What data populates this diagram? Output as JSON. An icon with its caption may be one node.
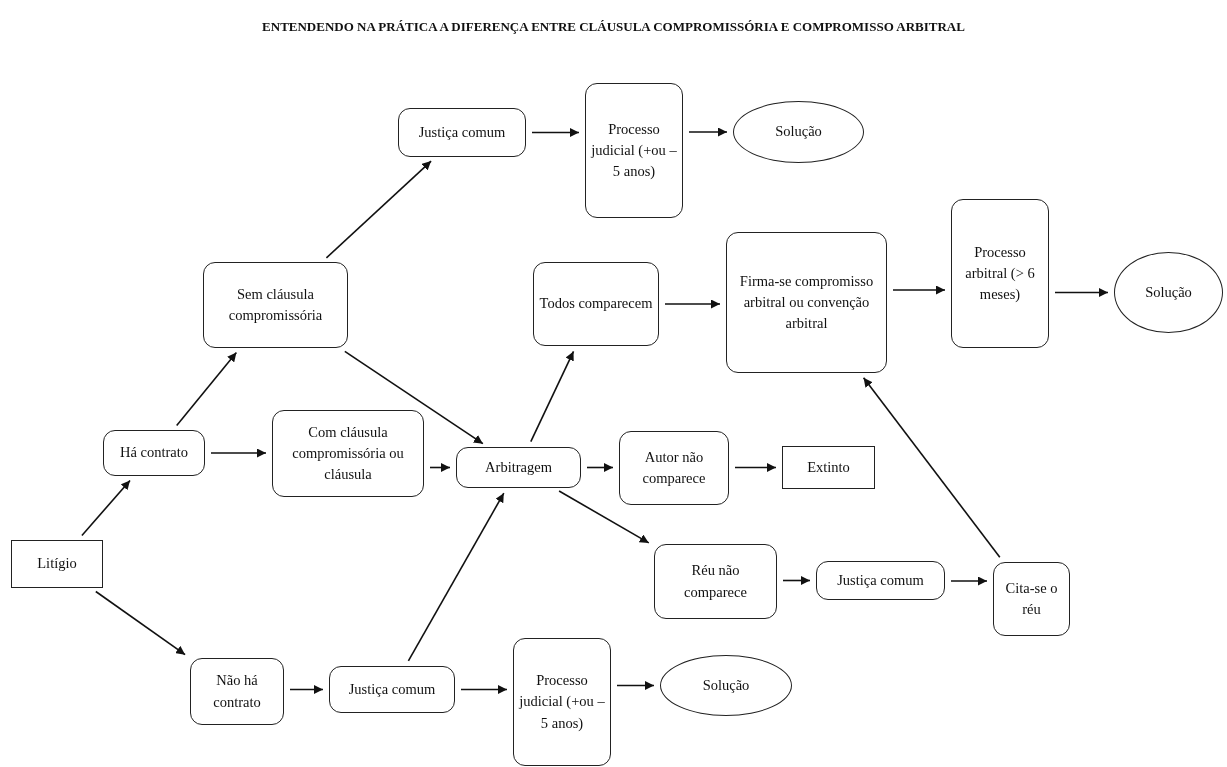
{
  "diagram": {
    "title": "ENTENDENDO NA PRÁTICA A DIFERENÇA ENTRE CLÁUSULA COMPROMISSÓRIA E COMPROMISSO ARBITRAL",
    "nodes": [
      {
        "text": [
          "Litígio"
        ]
      },
      {
        "text": [
          "Há contrato"
        ]
      },
      {
        "text": [
          "Sem cláusula compromissória"
        ]
      },
      {
        "text": [
          "Justiça comum"
        ]
      },
      {
        "text": [
          "Processo judicial (+ou – 5 anos)"
        ]
      },
      {
        "text": [
          "Solução"
        ]
      },
      {
        "text": [
          "Com cláusula compromissória ou cláusula"
        ]
      },
      {
        "text": [
          "Arbitragem"
        ]
      },
      {
        "text": [
          "Todos comparecem"
        ]
      },
      {
        "text": [
          "Firma-se compromisso arbitral ou convenção arbitral"
        ]
      },
      {
        "text": [
          "Processo arbitral (> 6 meses)"
        ]
      },
      {
        "text": [
          "Solução"
        ]
      },
      {
        "text": [
          "Autor não comparece"
        ]
      },
      {
        "text": [
          "Extinto"
        ]
      },
      {
        "text": [
          "Réu não comparece"
        ]
      },
      {
        "text": [
          "Justiça comum"
        ]
      },
      {
        "text": [
          "Cita-se o réu"
        ]
      },
      {
        "text": [
          "Não há contrato"
        ]
      },
      {
        "text": [
          "Justiça comum"
        ]
      },
      {
        "text": [
          "Processo judicial (+ou – 5 anos)"
        ]
      },
      {
        "text": [
          "Solução"
        ]
      }
    ],
    "edges": [
      {
        "from": 0,
        "to": 1,
        "arrow": "to"
      },
      {
        "from": 0,
        "to": 17,
        "arrow": "to"
      },
      {
        "from": 1,
        "to": 2,
        "arrow": "to"
      },
      {
        "from": 1,
        "to": 6,
        "arrow": "to"
      },
      {
        "from": 2,
        "to": 3,
        "arrow": "to"
      },
      {
        "from": 2,
        "to": 7,
        "arrow": "to"
      },
      {
        "from": 3,
        "to": 4,
        "arrow": "to"
      },
      {
        "from": 4,
        "to": 5,
        "arrow": "to"
      },
      {
        "from": 6,
        "to": 7,
        "arrow": "to"
      },
      {
        "from": 7,
        "to": 8,
        "arrow": "to"
      },
      {
        "from": 7,
        "to": 12,
        "arrow": "to"
      },
      {
        "from": 7,
        "to": 14,
        "arrow": "to"
      },
      {
        "from": 8,
        "to": 9,
        "arrow": "to"
      },
      {
        "from": 9,
        "to": 10,
        "arrow": "to"
      },
      {
        "from": 10,
        "to": 11,
        "arrow": "to"
      },
      {
        "from": 12,
        "to": 13,
        "arrow": "to"
      },
      {
        "from": 14,
        "to": 15,
        "arrow": "to"
      },
      {
        "from": 15,
        "to": 16,
        "arrow": "to"
      },
      {
        "from": 16,
        "to": 9,
        "arrow": "to"
      },
      {
        "from": 17,
        "to": 18,
        "arrow": "to"
      },
      {
        "from": 18,
        "to": 7,
        "arrow": "to"
      },
      {
        "from": 18,
        "to": 19,
        "arrow": "to"
      },
      {
        "from": 19,
        "to": 20,
        "arrow": "to"
      }
    ]
  }
}
